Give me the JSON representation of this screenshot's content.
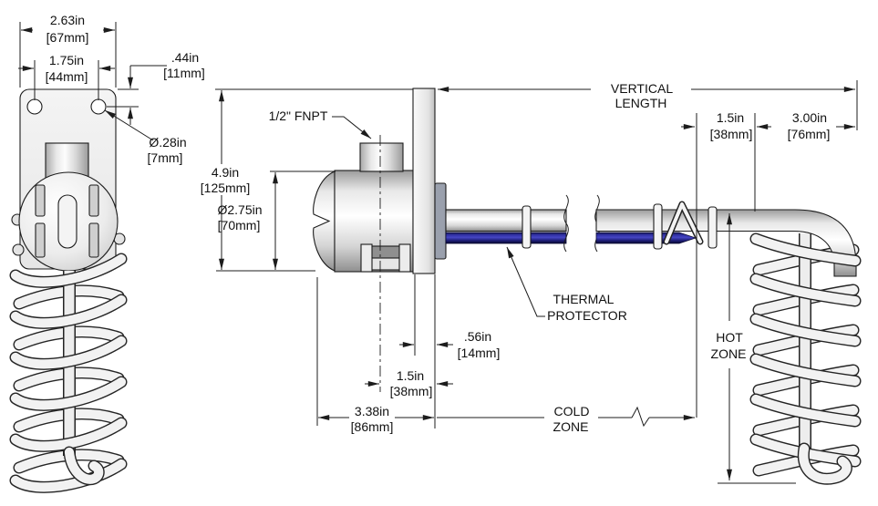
{
  "drawing": {
    "labels": {
      "fnpt": "1/2\" FNPT",
      "vertical_length_1": "VERTICAL",
      "vertical_length_2": "LENGTH",
      "thermal_1": "THERMAL",
      "thermal_2": "PROTECTOR",
      "cold_1": "COLD",
      "cold_2": "ZONE",
      "hot_1": "HOT",
      "hot_2": "ZONE"
    },
    "dims": {
      "mount_width": {
        "in": "2.63in",
        "mm": "[67mm]"
      },
      "hole_spacing": {
        "in": "1.75in",
        "mm": "[44mm]"
      },
      "hole_offset": {
        "in": ".44in",
        "mm": "[11mm]"
      },
      "hole_dia": {
        "in": "Ø.28in",
        "mm": "[7mm]"
      },
      "overall_height": {
        "in": "4.9in",
        "mm": "[125mm]"
      },
      "body_dia": {
        "in": "Ø2.75in",
        "mm": "[70mm]"
      },
      "tip_to_coil": {
        "in": "1.5in",
        "mm": "[38mm]"
      },
      "coil_width": {
        "in": "3.00in",
        "mm": "[76mm]"
      },
      "plate_thickness": {
        "in": ".56in",
        "mm": "[14mm]"
      },
      "center_to_plate": {
        "in": "1.5in",
        "mm": "[38mm]"
      },
      "base_length": {
        "in": "3.38in",
        "mm": "[86mm]"
      }
    },
    "colors": {
      "line": "#1c1c1c",
      "metal_light": "#f5f5f5",
      "metal_shadow": "#9a9a9a",
      "element_blue": "#3a3ab4",
      "background": "#ffffff"
    }
  }
}
